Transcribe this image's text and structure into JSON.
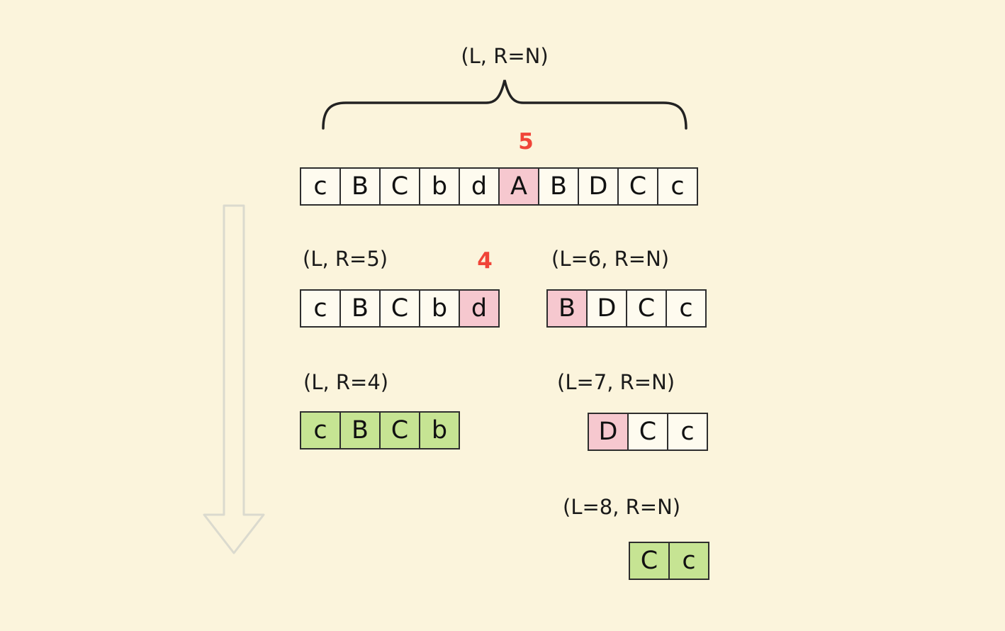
{
  "colors": {
    "background": "#FBF4DC",
    "cell-bg": "#FEFBEF",
    "cell-border": "#2E2E2E",
    "pink": "#F6C8CF",
    "green": "#C6E493",
    "red": "#F04438",
    "text": "#1A1A1A",
    "arrow": "#DBDACE"
  },
  "icons": {
    "brace": "curly-brace-icon",
    "arrow": "down-arrow-icon"
  },
  "arrays": [
    {
      "id": "root",
      "label": "(L, R=N)",
      "pivot_label": "5",
      "cells": [
        {
          "char": "c",
          "highlight": "none"
        },
        {
          "char": "B",
          "highlight": "none"
        },
        {
          "char": "C",
          "highlight": "none"
        },
        {
          "char": "b",
          "highlight": "none"
        },
        {
          "char": "d",
          "highlight": "none"
        },
        {
          "char": "A",
          "highlight": "pink"
        },
        {
          "char": "B",
          "highlight": "none"
        },
        {
          "char": "D",
          "highlight": "none"
        },
        {
          "char": "C",
          "highlight": "none"
        },
        {
          "char": "c",
          "highlight": "none"
        }
      ]
    },
    {
      "id": "left-1",
      "label": "(L, R=5)",
      "pivot_label": "4",
      "cells": [
        {
          "char": "c",
          "highlight": "none"
        },
        {
          "char": "B",
          "highlight": "none"
        },
        {
          "char": "C",
          "highlight": "none"
        },
        {
          "char": "b",
          "highlight": "none"
        },
        {
          "char": "d",
          "highlight": "pink"
        }
      ]
    },
    {
      "id": "right-1",
      "label": "(L=6, R=N)",
      "cells": [
        {
          "char": "B",
          "highlight": "pink"
        },
        {
          "char": "D",
          "highlight": "none"
        },
        {
          "char": "C",
          "highlight": "none"
        },
        {
          "char": "c",
          "highlight": "none"
        }
      ]
    },
    {
      "id": "left-2",
      "label": "(L, R=4)",
      "cells": [
        {
          "char": "c",
          "highlight": "green"
        },
        {
          "char": "B",
          "highlight": "green"
        },
        {
          "char": "C",
          "highlight": "green"
        },
        {
          "char": "b",
          "highlight": "green"
        }
      ]
    },
    {
      "id": "right-2",
      "label": "(L=7, R=N)",
      "cells": [
        {
          "char": "D",
          "highlight": "pink"
        },
        {
          "char": "C",
          "highlight": "none"
        },
        {
          "char": "c",
          "highlight": "none"
        }
      ]
    },
    {
      "id": "right-3",
      "label": "(L=8, R=N)",
      "cells": [
        {
          "char": "C",
          "highlight": "green"
        },
        {
          "char": "c",
          "highlight": "green"
        }
      ]
    }
  ]
}
